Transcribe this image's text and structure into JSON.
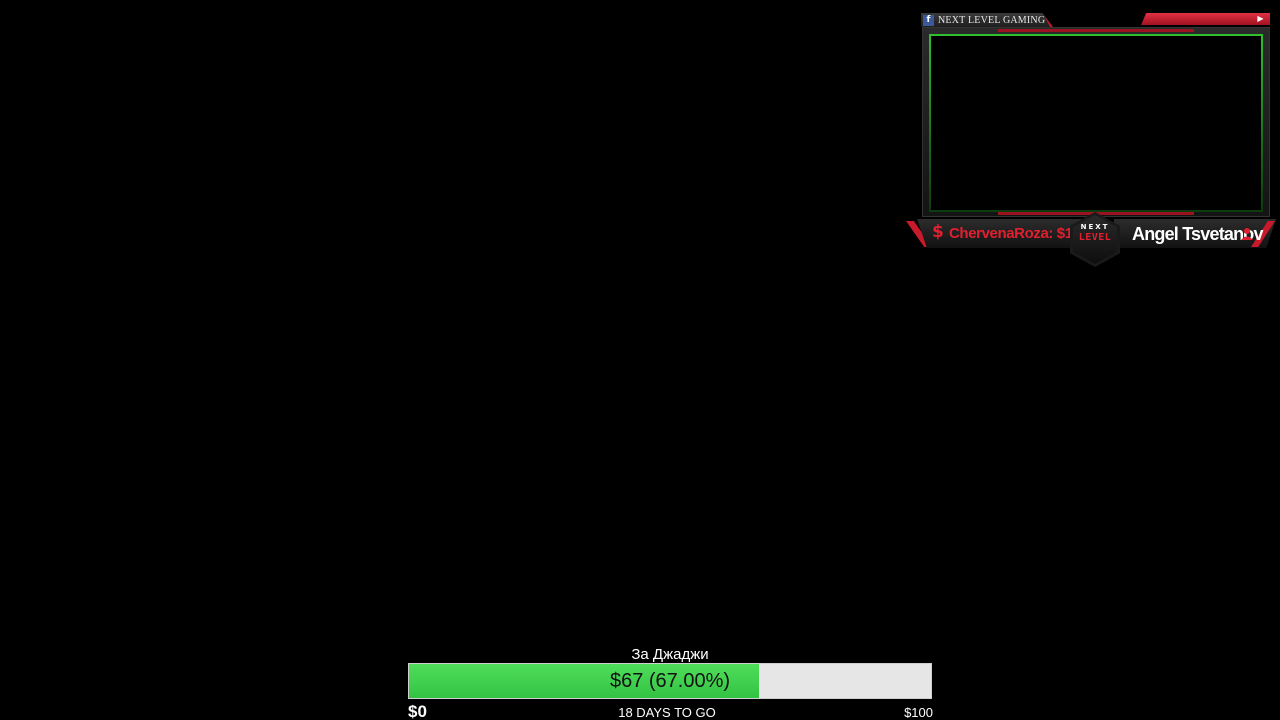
{
  "overlay": {
    "social_left_label": "NEXT LEVEL GAMING",
    "facebook_icon": "facebook-icon",
    "youtube_icon": "youtube-icon"
  },
  "alert": {
    "dollar_icon": "$",
    "donation_text": "ChervenaRoza: $10.00"
  },
  "logo": {
    "top_text": "NEXT",
    "bottom_text": "LEVEL"
  },
  "streamer": {
    "name": "Angel Tsvetanov",
    "icon": "user-icon"
  },
  "goal": {
    "title": "За Джаджи",
    "amount_label": "$67 (67.00%)",
    "progress_percent": 67,
    "min_label": "$0",
    "max_label": "$100",
    "days_left_label": "18 DAYS TO GO"
  },
  "colors": {
    "accent_red": "#e0202f",
    "cam_border_green": "#2fbf2f",
    "goal_fill_green": "#3fd04c",
    "goal_track": "#e6e6e6"
  }
}
